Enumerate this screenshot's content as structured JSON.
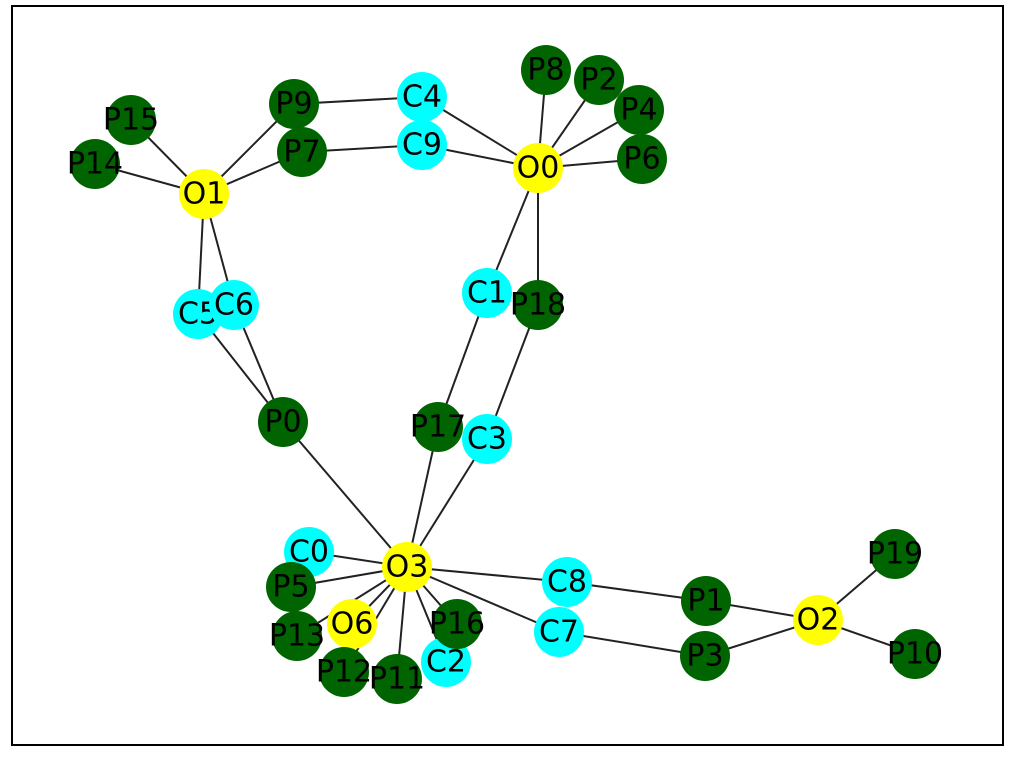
{
  "colors": {
    "order": "#ffff00",
    "courier": "#00ffff",
    "package": "#006400",
    "edge": "#222222",
    "frame": "#000000"
  },
  "nodes": [
    {
      "id": "O0",
      "type": "order"
    },
    {
      "id": "O1",
      "type": "order"
    },
    {
      "id": "O2",
      "type": "order"
    },
    {
      "id": "O3",
      "type": "order"
    },
    {
      "id": "O6",
      "type": "order"
    },
    {
      "id": "C0",
      "type": "courier"
    },
    {
      "id": "C1",
      "type": "courier"
    },
    {
      "id": "C2",
      "type": "courier"
    },
    {
      "id": "C3",
      "type": "courier"
    },
    {
      "id": "C4",
      "type": "courier"
    },
    {
      "id": "C5",
      "type": "courier"
    },
    {
      "id": "C6",
      "type": "courier"
    },
    {
      "id": "C7",
      "type": "courier"
    },
    {
      "id": "C8",
      "type": "courier"
    },
    {
      "id": "C9",
      "type": "courier"
    },
    {
      "id": "P0",
      "type": "package"
    },
    {
      "id": "P1",
      "type": "package"
    },
    {
      "id": "P2",
      "type": "package"
    },
    {
      "id": "P3",
      "type": "package"
    },
    {
      "id": "P4",
      "type": "package"
    },
    {
      "id": "P5",
      "type": "package"
    },
    {
      "id": "P6",
      "type": "package"
    },
    {
      "id": "P7",
      "type": "package"
    },
    {
      "id": "P8",
      "type": "package"
    },
    {
      "id": "P9",
      "type": "package"
    },
    {
      "id": "P10",
      "type": "package"
    },
    {
      "id": "P11",
      "type": "package"
    },
    {
      "id": "P12",
      "type": "package"
    },
    {
      "id": "P13",
      "type": "package"
    },
    {
      "id": "P14",
      "type": "package"
    },
    {
      "id": "P15",
      "type": "package"
    },
    {
      "id": "P16",
      "type": "package"
    },
    {
      "id": "P17",
      "type": "package"
    },
    {
      "id": "P18",
      "type": "package"
    },
    {
      "id": "P19",
      "type": "package"
    }
  ],
  "edges": [
    [
      "O0",
      "P8"
    ],
    [
      "O0",
      "P2"
    ],
    [
      "O0",
      "P4"
    ],
    [
      "O0",
      "P6"
    ],
    [
      "O0",
      "C4"
    ],
    [
      "O0",
      "C9"
    ],
    [
      "O0",
      "C1"
    ],
    [
      "O0",
      "P18"
    ],
    [
      "O1",
      "P15"
    ],
    [
      "O1",
      "P14"
    ],
    [
      "O1",
      "P9"
    ],
    [
      "O1",
      "P7"
    ],
    [
      "O1",
      "C5"
    ],
    [
      "O1",
      "C6"
    ],
    [
      "P9",
      "C4"
    ],
    [
      "P7",
      "C9"
    ],
    [
      "C5",
      "P0"
    ],
    [
      "C6",
      "P0"
    ],
    [
      "P0",
      "O3"
    ],
    [
      "C1",
      "P17"
    ],
    [
      "P18",
      "C3"
    ],
    [
      "P17",
      "O3"
    ],
    [
      "C3",
      "O3"
    ],
    [
      "O3",
      "C0"
    ],
    [
      "O3",
      "P5"
    ],
    [
      "O3",
      "P13"
    ],
    [
      "O3",
      "O6"
    ],
    [
      "O3",
      "P12"
    ],
    [
      "O3",
      "P11"
    ],
    [
      "O3",
      "C2"
    ],
    [
      "O3",
      "P16"
    ],
    [
      "O3",
      "C7"
    ],
    [
      "O3",
      "C8"
    ],
    [
      "C8",
      "P1"
    ],
    [
      "C7",
      "P3"
    ],
    [
      "P1",
      "O2"
    ],
    [
      "P3",
      "O2"
    ],
    [
      "O2",
      "P19"
    ],
    [
      "O2",
      "P10"
    ]
  ]
}
